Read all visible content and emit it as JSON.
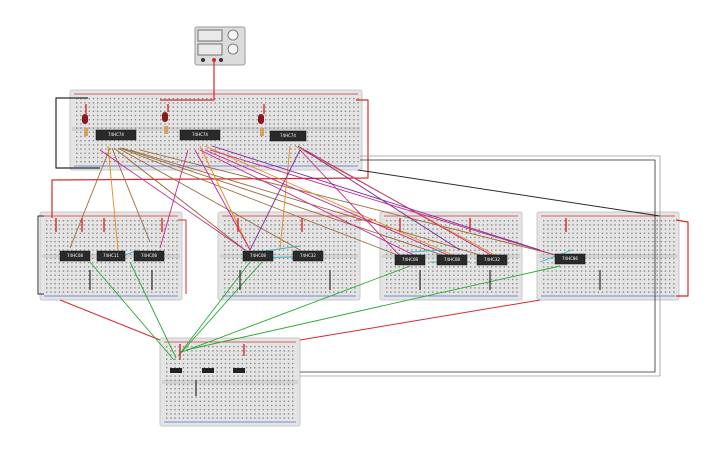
{
  "wire_colors": {
    "power": "#d62b2b",
    "ground": "#2b2b2b",
    "brown": "#9a6a3a",
    "orange": "#e88a1a",
    "magenta": "#c8288a",
    "purple": "#7a2a9a",
    "cyan": "#3ab8c8",
    "green": "#2aa838",
    "gray": "#9a9a9a"
  },
  "chips": [
    {
      "id": "c1",
      "label": "74HC74"
    },
    {
      "id": "c2",
      "label": "74HC74"
    },
    {
      "id": "c3",
      "label": "74HC74"
    },
    {
      "id": "c4",
      "label": "74HC08"
    },
    {
      "id": "c5",
      "label": "74HC11"
    },
    {
      "id": "c6",
      "label": "74HC08"
    },
    {
      "id": "c7",
      "label": "74HC08"
    },
    {
      "id": "c8",
      "label": "74HC32"
    },
    {
      "id": "c9",
      "label": "74HC08"
    },
    {
      "id": "c10",
      "label": "74HC08"
    },
    {
      "id": "c11",
      "label": "74HC32"
    },
    {
      "id": "c12",
      "label": "74HC86"
    }
  ]
}
